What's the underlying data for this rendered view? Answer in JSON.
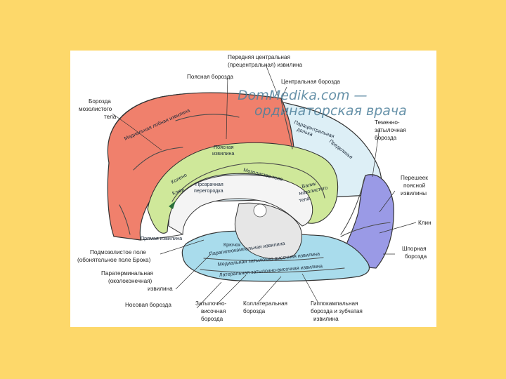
{
  "watermark": {
    "line1": "DomMedika.com —",
    "line2": "ординаторская врача"
  },
  "labels": {
    "precentral_1": "Передняя центральная",
    "precentral_2": "(прецентральная) извилина",
    "cingulate_sulcus": "Поясная борозда",
    "central_sulcus": "Центральная борозда",
    "callosal_sulcus_1": "Борозда",
    "callosal_sulcus_2": "мозолистого",
    "callosal_sulcus_3": "тела",
    "parieto_occipital_1": "Теменно-",
    "parieto_occipital_2": "затылочная",
    "parieto_occipital_3": "борозда",
    "isthmus_1": "Перешеек",
    "isthmus_2": "поясной",
    "isthmus_3": "извилины",
    "cuneus": "Клин",
    "calcarine_1": "Шпорная",
    "calcarine_2": "борозда",
    "subcallosal_1": "Подмозолистое поле",
    "subcallosal_2": "(обонятельное поле Брока)",
    "paraterminal_1": "Паратерминальная",
    "paraterminal_2": "(околоконечная)",
    "paraterminal_3": "извилина",
    "rhinal": "Носовая борозда",
    "occipitotemporal_1": "Затылочно-",
    "occipitotemporal_2": "височная",
    "occipitotemporal_3": "борозда",
    "collateral_1": "Коллатеральная",
    "collateral_2": "борозда",
    "hippocampal_1": "Гиппокампальная",
    "hippocampal_2": "борозда и зубчатая",
    "hippocampal_3": "извилина"
  },
  "inner_labels": {
    "medial_frontal": "Медиальная лобная извилина",
    "paracentral_1": "Парацентральная",
    "paracentral_2": "долька",
    "precuneus": "Предклинье",
    "cingulate_gyrus_1": "Поясная",
    "cingulate_gyrus_2": "извилина",
    "corpus_callosum": "Мозолистое тело",
    "genu": "Колено",
    "beak": "Клюв",
    "septum_1": "Прозрачная",
    "septum_2": "перегородка",
    "splenium_1": "Валик",
    "splenium_2": "мозолистого",
    "splenium_3": "тела",
    "gyrus_rectus": "Прямая извилина",
    "uncus": "Крючок",
    "parahippocampal": "Парагиппокампальная извилина",
    "medial_occipitotemporal": "Медиальная затылочно-височная извилина",
    "lateral_occipitotemporal": "Латеральная затылочно-височная извилина"
  },
  "colors": {
    "background": "#FDD86A",
    "frontal": "#F0806C",
    "parietal": "#DDEFF6",
    "cingulate": "#CFE89A",
    "occipital": "#9A9AE6",
    "temporal": "#A9DCEC",
    "diencephalon": "#EEEEEE"
  }
}
